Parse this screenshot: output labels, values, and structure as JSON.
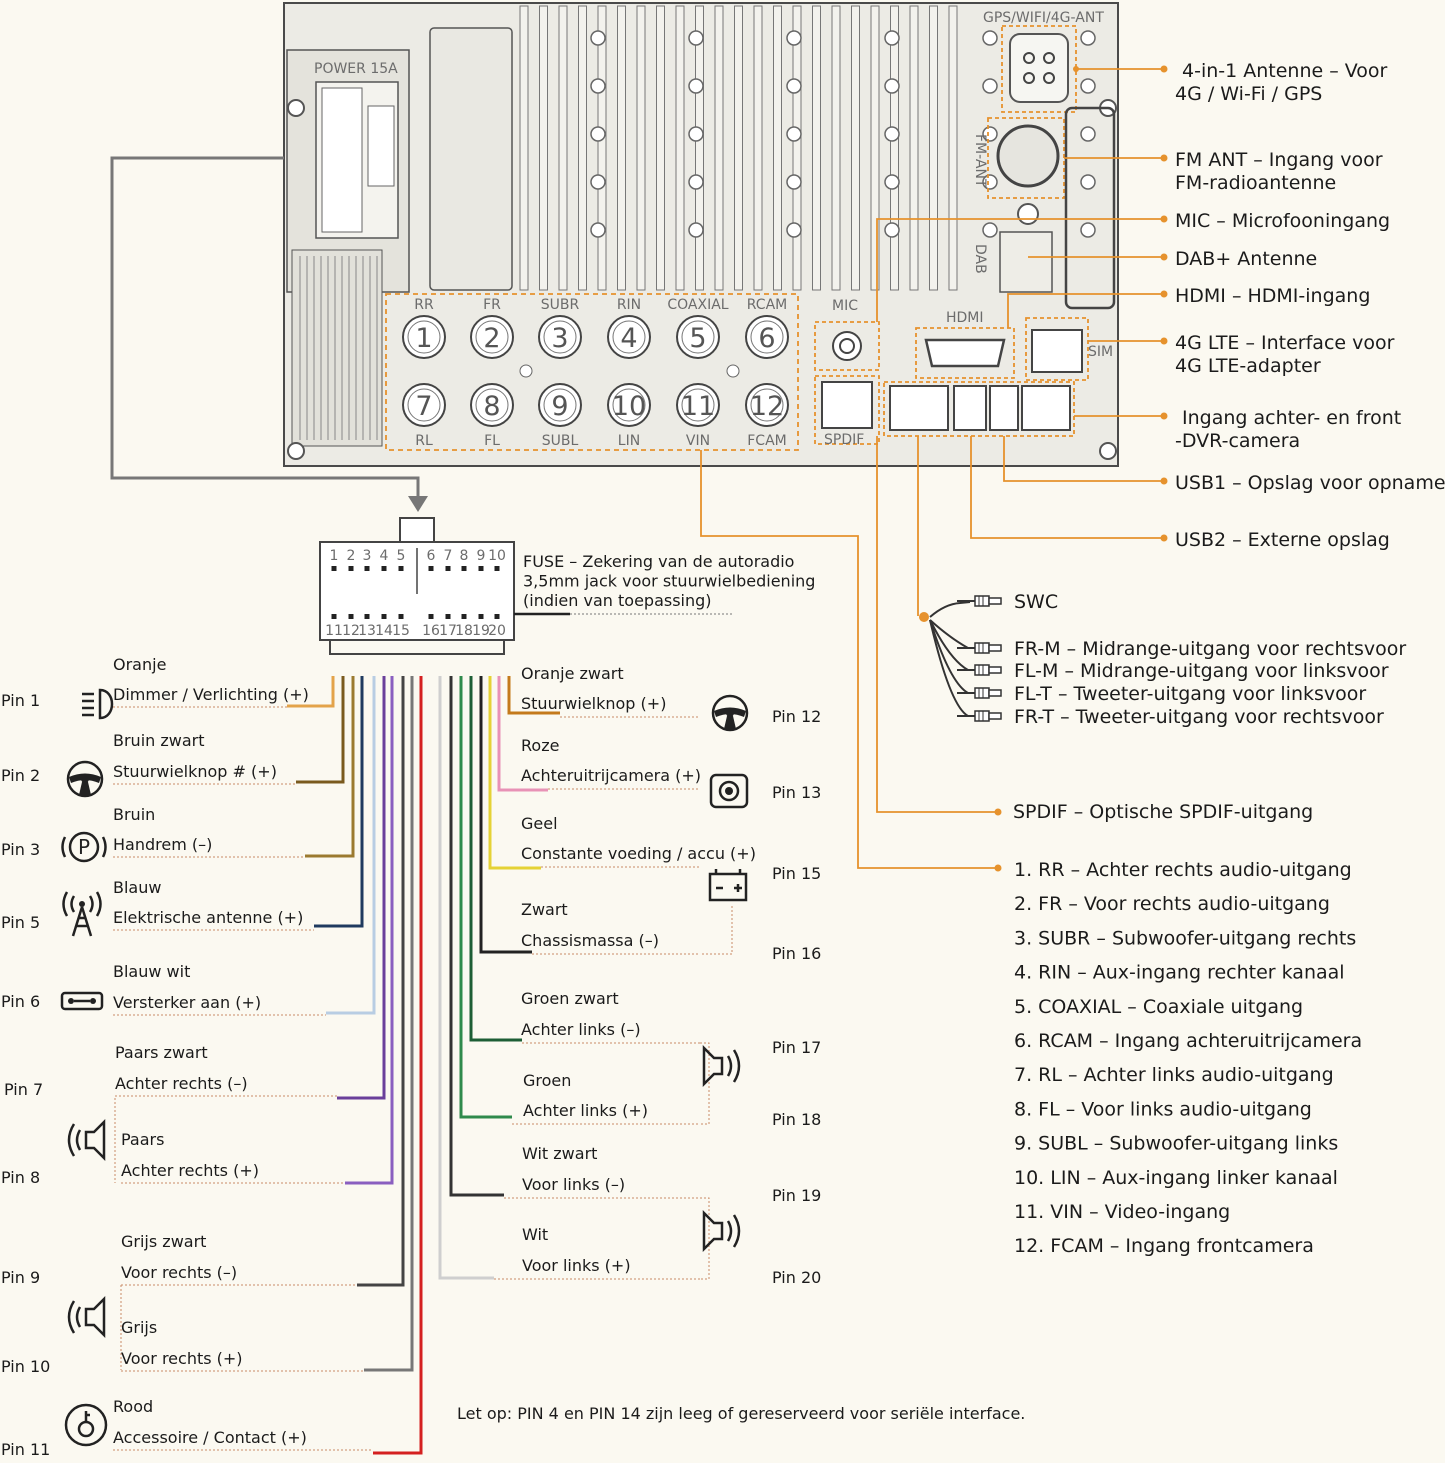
{
  "head_unit": {
    "power_label": "POWER 15A",
    "antenna_label": "GPS/WIFI/4G-ANT",
    "fm_label": "FM-ANT",
    "dab_label": "DAB",
    "mic_label": "MIC",
    "hdmi_label": "HDMI",
    "sim_label": "SIM",
    "spdif_label": "SPDIF",
    "top_row_labels": [
      "RR",
      "FR",
      "SUBR",
      "RIN",
      "COAXIAL",
      "RCAM"
    ],
    "bottom_row_labels": [
      "RL",
      "FL",
      "SUBL",
      "LIN",
      "VIN",
      "FCAM"
    ],
    "top_row_numbers": [
      "1",
      "2",
      "3",
      "4",
      "5",
      "6"
    ],
    "bottom_row_numbers": [
      "7",
      "8",
      "9",
      "10",
      "11",
      "12"
    ]
  },
  "right_callouts": [
    {
      "lines": [
        "4-in-1 Antenne – Voor",
        "4G / Wi-Fi / GPS"
      ]
    },
    {
      "lines": [
        "FM ANT – Ingang voor",
        "FM-radioantenne"
      ]
    },
    {
      "lines": [
        "MIC – Microfooningang"
      ]
    },
    {
      "lines": [
        "DAB+ Antenne"
      ]
    },
    {
      "lines": [
        "HDMI – HDMI-ingang"
      ]
    },
    {
      "lines": [
        "4G LTE – Interface voor",
        "4G LTE-adapter"
      ]
    },
    {
      "lines": [
        "Ingang achter- en front",
        "-DVR-camera"
      ]
    },
    {
      "lines": [
        "USB1 – Opslag voor opname"
      ]
    },
    {
      "lines": [
        "USB2 – Externe opslag"
      ]
    }
  ],
  "rca_cable": {
    "swc": "SWC",
    "outputs": [
      "FR-M – Midrange-uitgang voor rechtsvoor",
      "FL-M – Midrange-uitgang voor linksvoor",
      "FL-T – Tweeter-uitgang voor linksvoor",
      "FR-T – Tweeter-uitgang voor rechtsvoor"
    ],
    "spdif": "SPDIF – Optische SPDIF-uitgang"
  },
  "rca_list": [
    "1. RR – Achter rechts audio-uitgang",
    "2. FR – Voor rechts audio-uitgang",
    "3. SUBR – Subwoofer-uitgang rechts",
    "4. RIN – Aux-ingang rechter kanaal",
    "5. COAXIAL – Coaxiale uitgang",
    "6. RCAM – Ingang achteruitrijcamera",
    "7. RL – Achter links audio-uitgang",
    "8. FL – Voor links audio-uitgang",
    "9. SUBL – Subwoofer-uitgang links",
    "10. LIN – Aux-ingang linker kanaal",
    "11. VIN – Video-ingang",
    "12. FCAM – Ingang frontcamera"
  ],
  "connector": {
    "top_numbers_left": [
      "1",
      "2",
      "3",
      "4",
      "5"
    ],
    "top_numbers_right": [
      "6",
      "7",
      "8",
      "9",
      "10"
    ],
    "bottom_numbers_left": [
      "11",
      "12",
      "13",
      "14",
      "15"
    ],
    "bottom_numbers_right": [
      "16",
      "17",
      "18",
      "19",
      "20"
    ],
    "fuse_lines": [
      "FUSE – Zekering van de autoradio",
      "3,5mm jack voor stuurwielbediening",
      "(indien van toepassing)"
    ]
  },
  "colors": {
    "orange": "#e3a34a",
    "brown": "#7a5a1e",
    "blue": "#1f3a5f",
    "purple": "#6a3f9a",
    "grey": "#777777",
    "red": "#d42020",
    "pink": "#e892b6",
    "yellow": "#e5d235",
    "green": "#2f8a4c",
    "callout_orange": "#e6922d"
  },
  "left_pins": [
    {
      "pin": "Pin 1",
      "color": "Oranje",
      "func": "Dimmer / Verlichting (+)",
      "icon": "light-icon"
    },
    {
      "pin": "Pin 2",
      "color": "Bruin zwart",
      "func": "Stuurwielknop # (+)",
      "icon": "steering-wheel-icon"
    },
    {
      "pin": "Pin 3",
      "color": "Bruin",
      "func": "Handrem (–)",
      "icon": "parking-brake-icon"
    },
    {
      "pin": "Pin 5",
      "color": "Blauw",
      "func": "Elektrische antenne (+)",
      "icon": "antenna-icon"
    },
    {
      "pin": "Pin 6",
      "color": "Blauw wit",
      "func": "Versterker aan (+)",
      "icon": "amplifier-icon"
    },
    {
      "pin": "Pin 7",
      "color": "Paars zwart",
      "func": "Achter rechts (–)",
      "icon": ""
    },
    {
      "pin": "Pin 8",
      "color": "Paars",
      "func": "Achter rechts (+)",
      "icon": "speaker-icon"
    },
    {
      "pin": "Pin 9",
      "color": "Grijs zwart",
      "func": "Voor rechts (–)",
      "icon": ""
    },
    {
      "pin": "Pin 10",
      "color": "Grijs",
      "func": "Voor rechts (+)",
      "icon": "speaker-icon"
    },
    {
      "pin": "Pin 11",
      "color": "Rood",
      "func": "Accessoire / Contact (+)",
      "icon": "ignition-key-icon"
    }
  ],
  "right_pins": [
    {
      "pin": "Pin 12",
      "color": "Oranje zwart",
      "func": "Stuurwielknop (+)",
      "icon": "steering-wheel-icon"
    },
    {
      "pin": "Pin 13",
      "color": "Roze",
      "func": "Achteruitrijcamera (+)",
      "icon": "camera-icon"
    },
    {
      "pin": "Pin 15",
      "color": "Geel",
      "func": "Constante voeding / accu (+)",
      "icon": "battery-icon"
    },
    {
      "pin": "Pin 16",
      "color": "Zwart",
      "func": "Chassismassa (–)",
      "icon": ""
    },
    {
      "pin": "Pin 17",
      "color": "Groen zwart",
      "func": "Achter links (–)",
      "icon": "speaker-icon"
    },
    {
      "pin": "Pin 18",
      "color": "Groen",
      "func": "Achter links (+)",
      "icon": ""
    },
    {
      "pin": "Pin 19",
      "color": "Wit zwart",
      "func": "Voor links (–)",
      "icon": "speaker-icon"
    },
    {
      "pin": "Pin 20",
      "color": "Wit",
      "func": "Voor links (+)",
      "icon": ""
    }
  ],
  "note": "Let op: PIN 4 en PIN 14 zijn leeg of gereserveerd voor seriële interface."
}
